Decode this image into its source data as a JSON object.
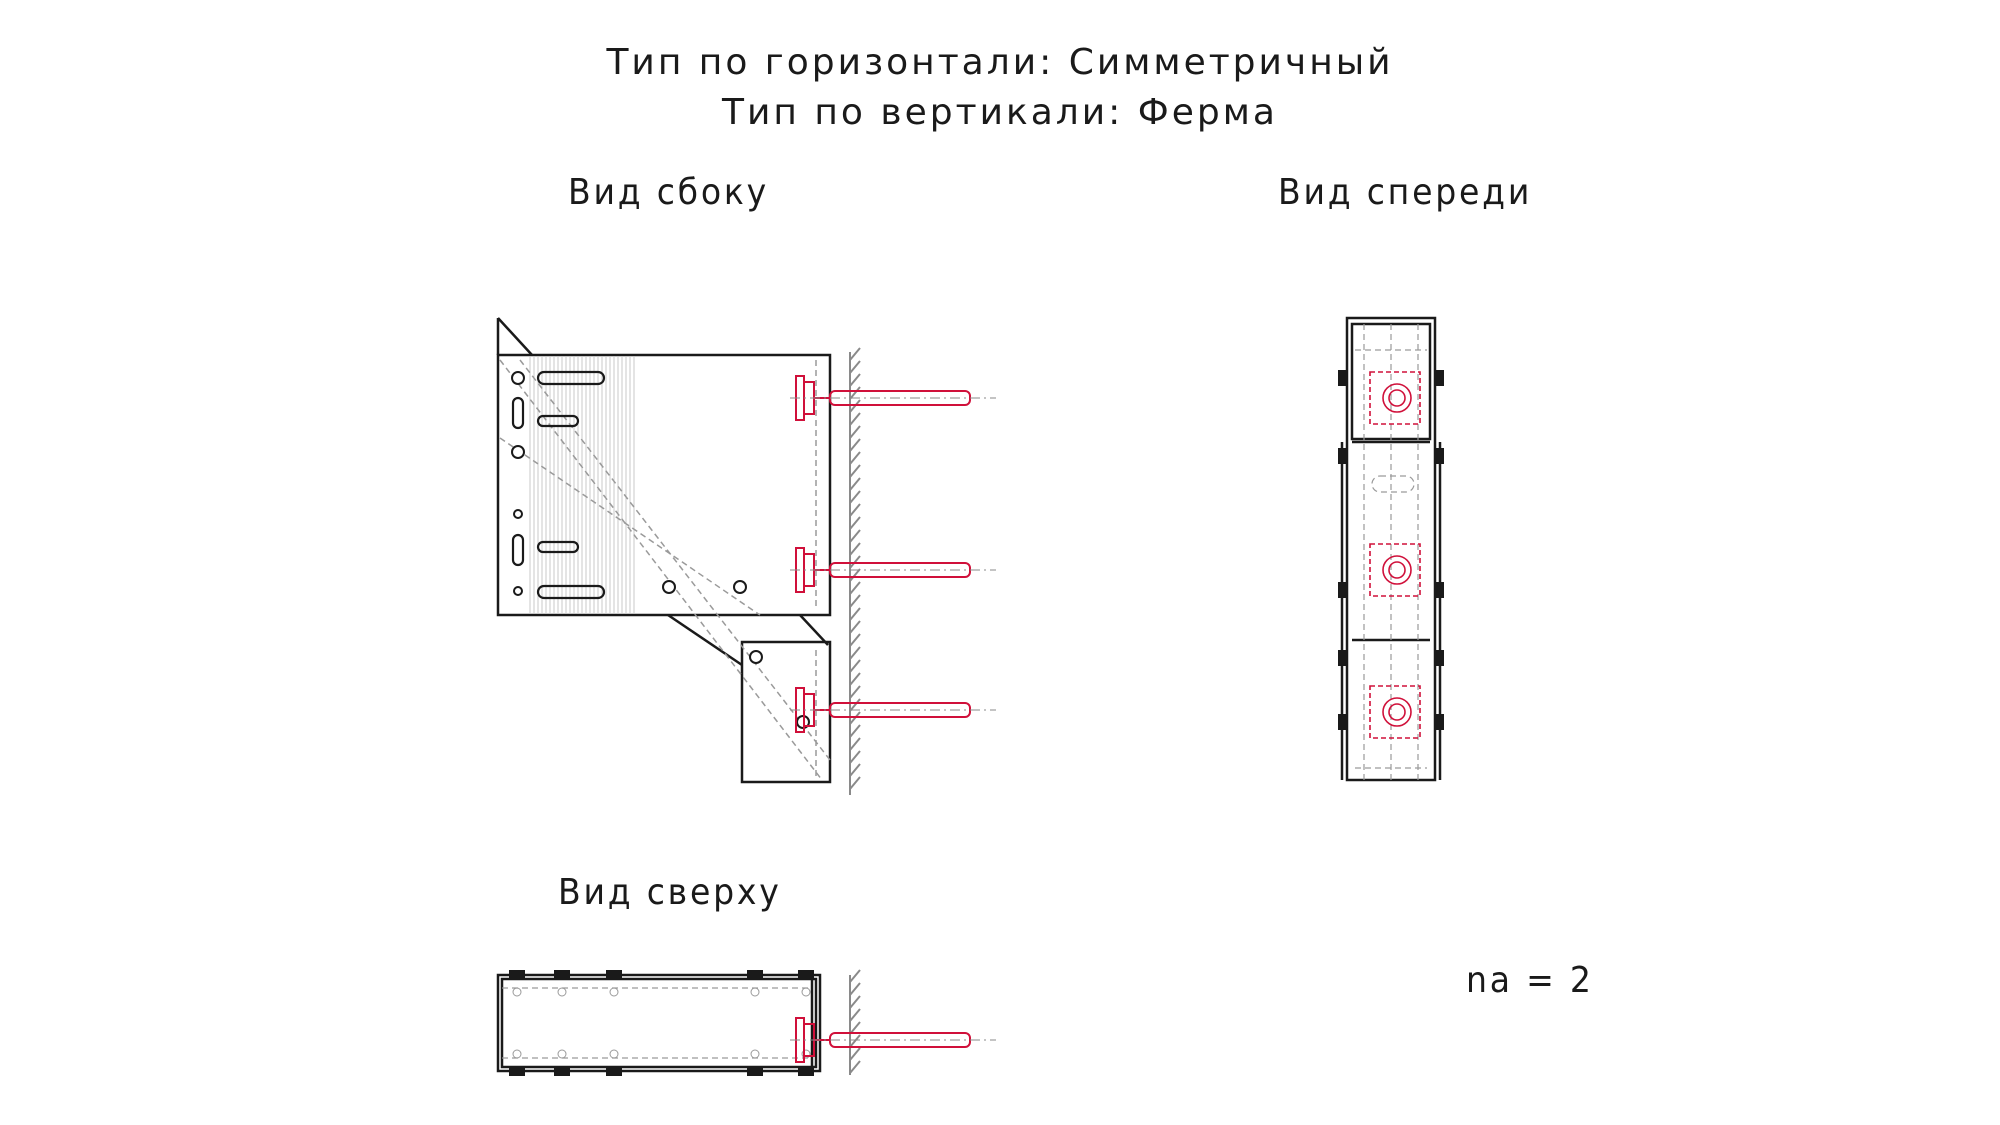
{
  "header": {
    "line1": "Тип по горизонтали: Симметричный",
    "line2": "Тип по вертикали: Ферма"
  },
  "views": {
    "side": "Вид сбоку",
    "front": "Вид спереди",
    "top": "Вид сверху"
  },
  "note": "na = 2",
  "colors": {
    "line": "#1a1a1a",
    "anchor": "#d0103a",
    "hidden": "#9a9a9a",
    "hatch": "#bdbdbd"
  }
}
